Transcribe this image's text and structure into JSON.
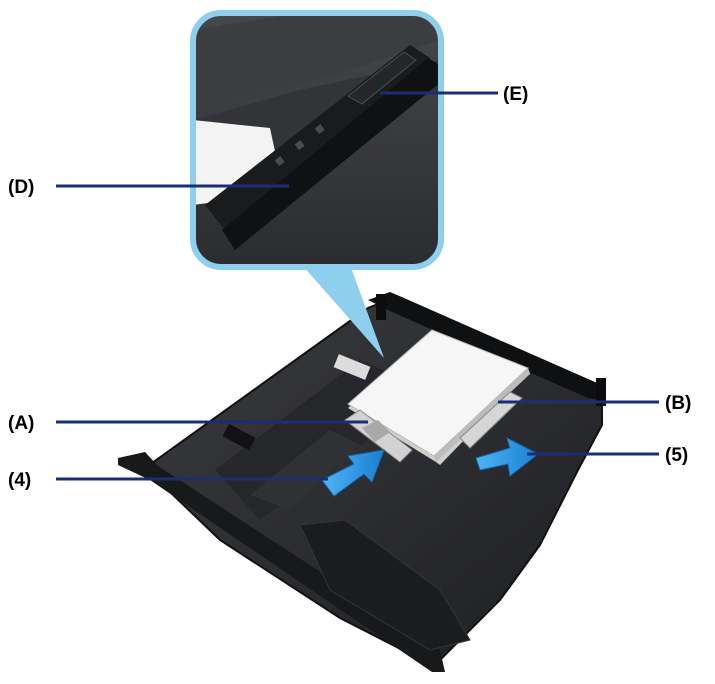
{
  "labels": {
    "a": "(A)",
    "b": "(B)",
    "d": "(D)",
    "e": "(E)",
    "step4": "(4)",
    "step5": "(5)"
  },
  "colors": {
    "tray": "#2a2b2e",
    "tray_edge": "#141416",
    "paper": "#f4f4f4",
    "arrow_blue": "#1f8fe0",
    "zoom_border": "#8ecfee"
  },
  "icons": {
    "push_arrow": "arrow-right-icon",
    "zoom_pointer": "callout-pointer"
  }
}
